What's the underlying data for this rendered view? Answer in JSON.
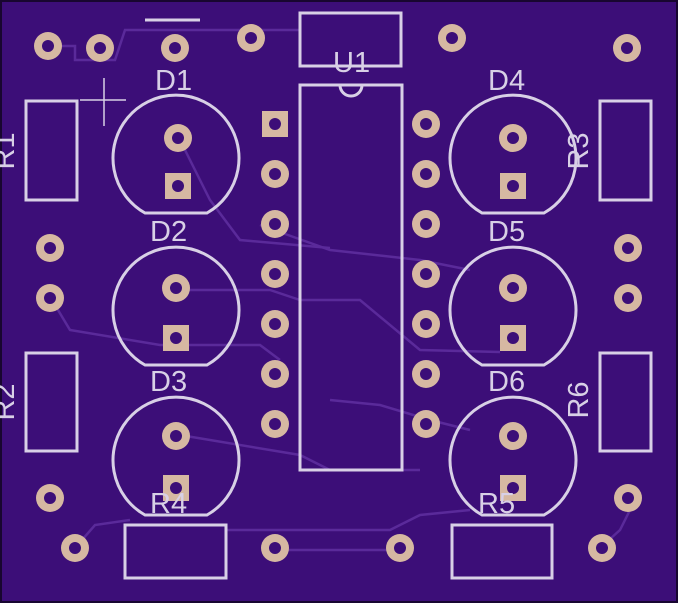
{
  "colors": {
    "board": "#3c0e78",
    "board_edge": "#180630",
    "trace": "#5a2a9a",
    "silkscreen": "#d8d0e6",
    "pad": "#d6b8a2",
    "hole": "#3c0e78"
  },
  "labels": {
    "U1": "U1",
    "D1": "D1",
    "D2": "D2",
    "D3": "D3",
    "D4": "D4",
    "D5": "D5",
    "D6": "D6",
    "R1": "R1",
    "R2": "R2",
    "R3": "R3",
    "R4": "R4",
    "R5": "R5",
    "R6": "R6"
  }
}
